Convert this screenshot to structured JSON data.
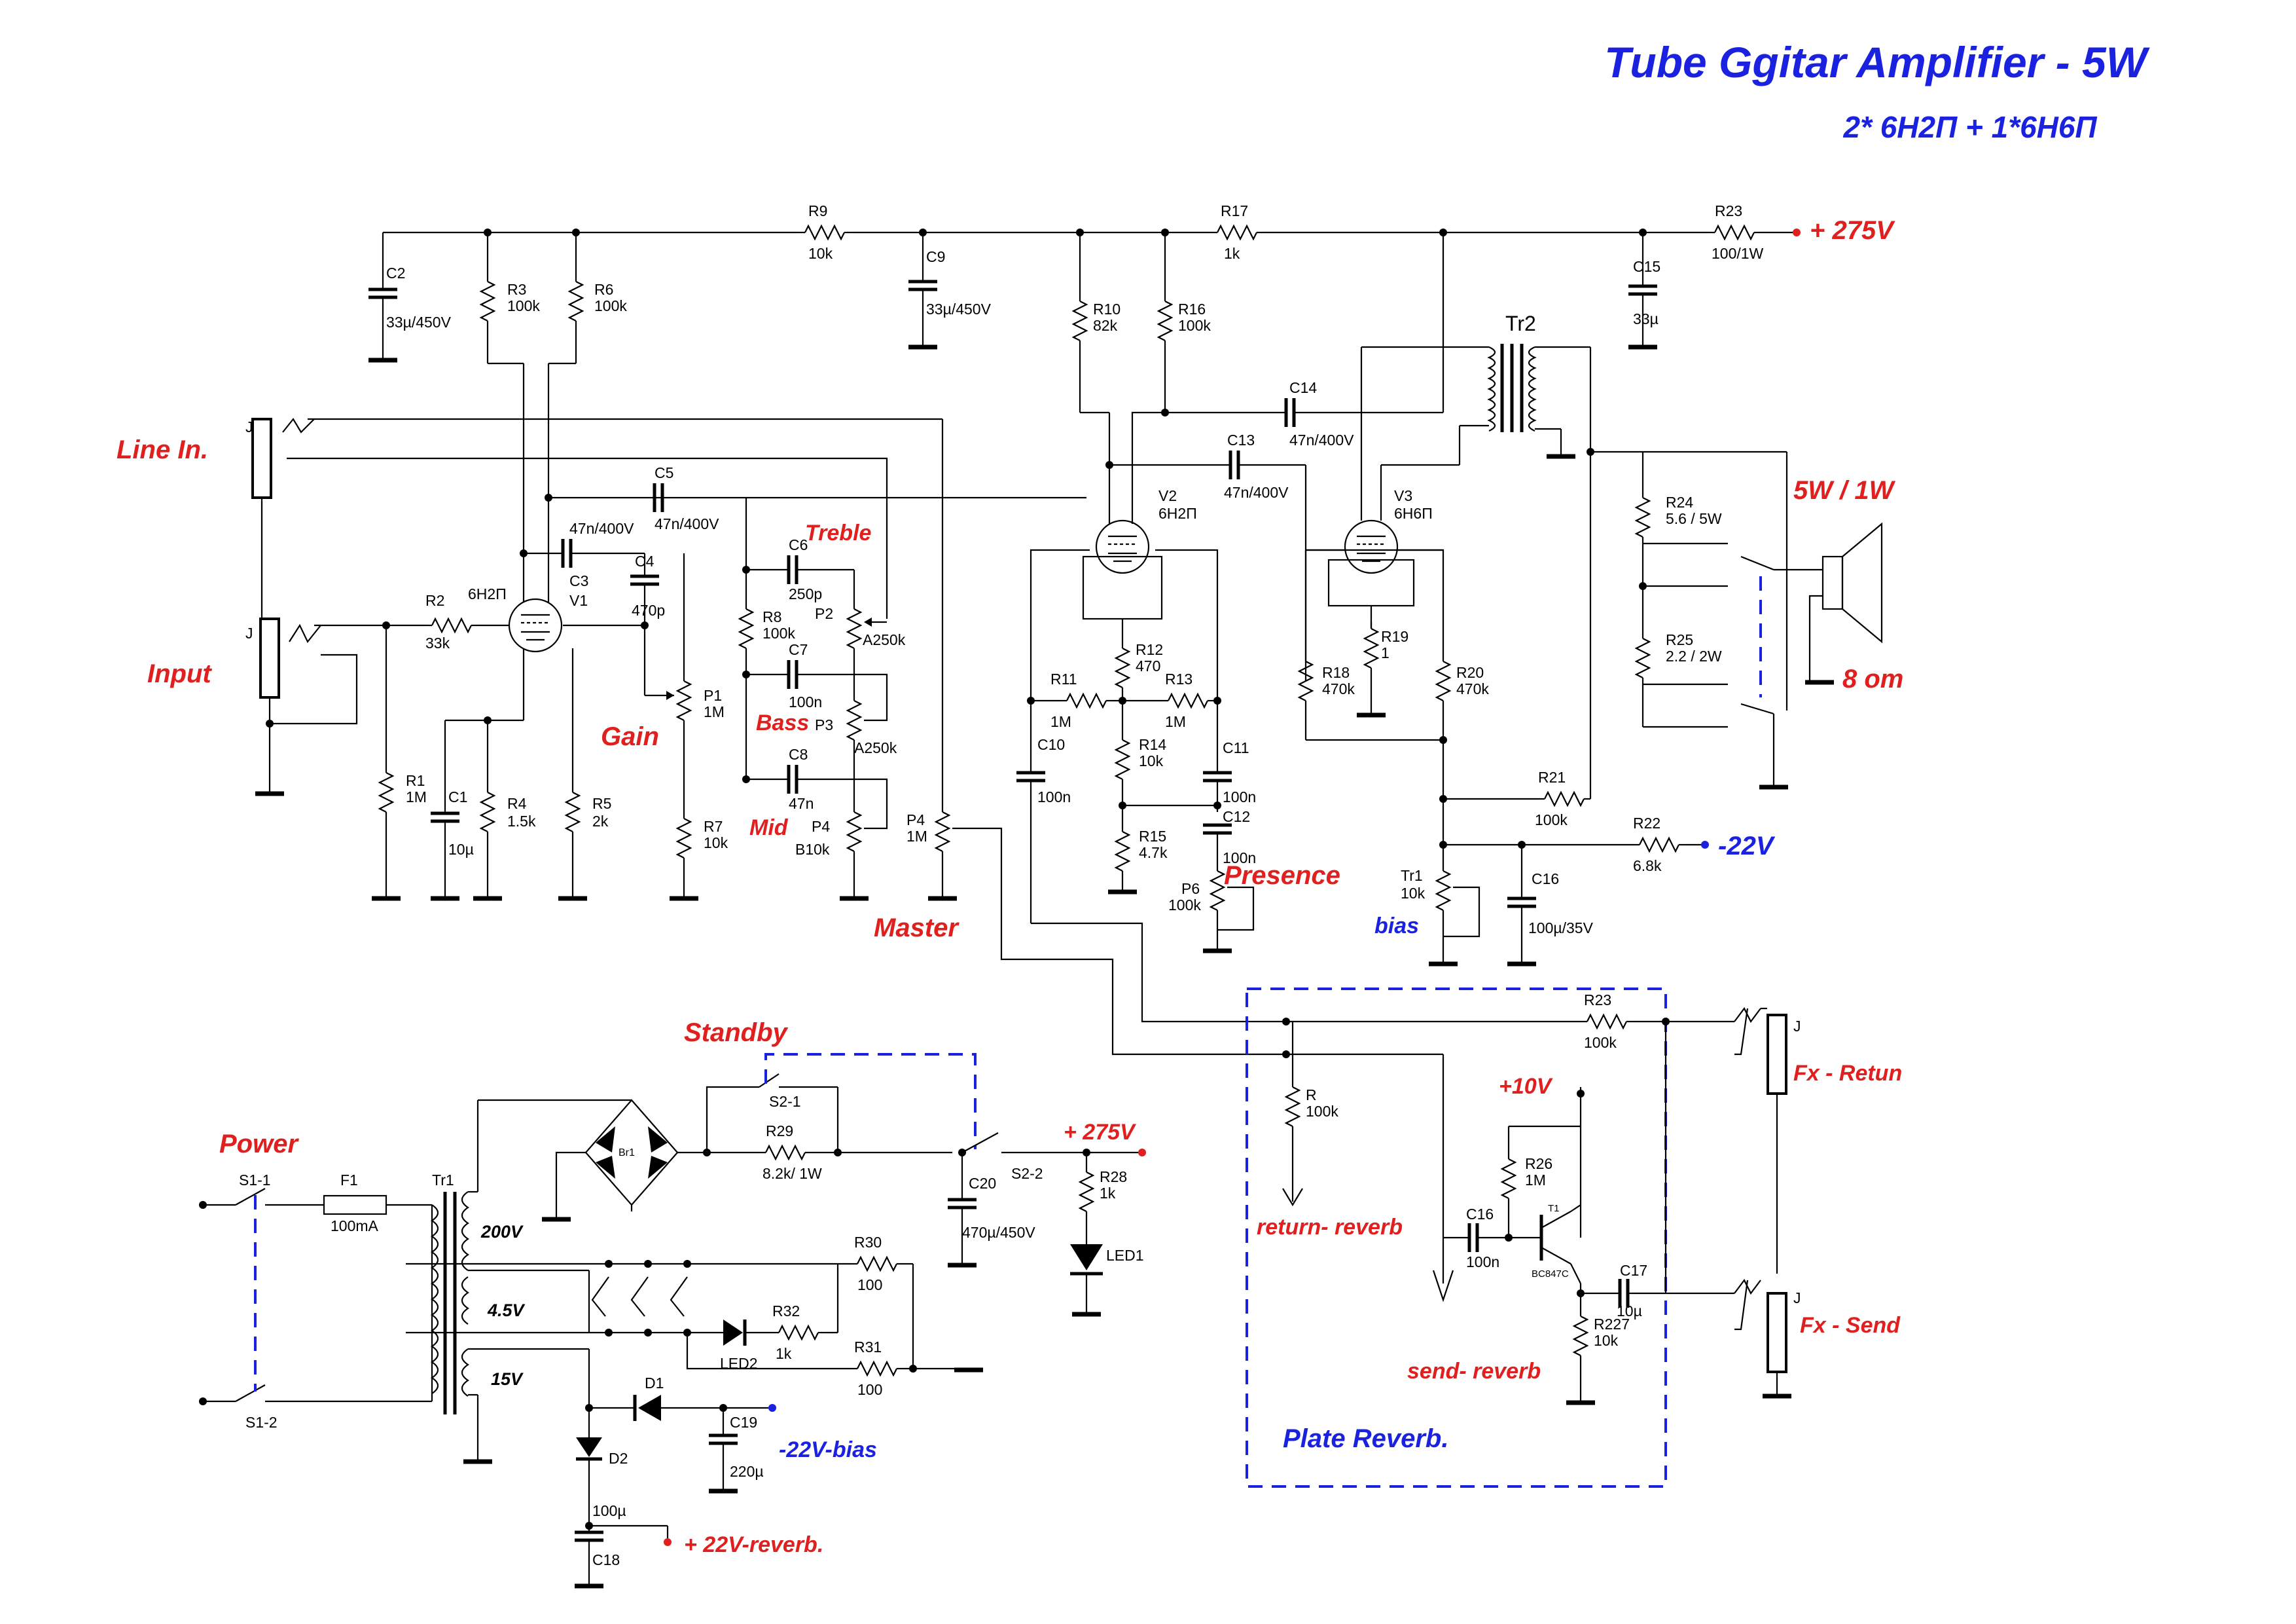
{
  "title": "Tube Ggitar Amplifier - 5W",
  "subtitle": "2* 6Н2П + 1*6Н6П",
  "red_labels": {
    "line_in": "Line In.",
    "input": "Input",
    "gain": "Gain",
    "treble": "Treble",
    "bass": "Bass",
    "mid": "Mid",
    "master": "Master",
    "presence": "Presence",
    "plus275_top": "+ 275V",
    "power_out": "5W / 1W",
    "speaker": "8 om",
    "standby": "Standby",
    "power": "Power",
    "plus275_psu": "+ 275V",
    "plus10": "+10V",
    "return_reverb": "return- reverb",
    "send_reverb": "send- reverb",
    "fx_return": "Fx - Retun",
    "fx_send": "Fx - Send",
    "plus22": "+ 22V-reverb."
  },
  "blue_labels": {
    "minus22": "-22V",
    "bias": "bias",
    "plate_reverb": "Plate Reverb.",
    "minus22_bias": "-22V-bias"
  },
  "components": {
    "R1": [
      "R1",
      "1M"
    ],
    "R2": [
      "R2",
      "33k"
    ],
    "R3": [
      "R3",
      "100k"
    ],
    "R4": [
      "R4",
      "1.5k"
    ],
    "R5": [
      "R5",
      "2k"
    ],
    "R6": [
      "R6",
      "100k"
    ],
    "R7": [
      "R7",
      "10k"
    ],
    "R8": [
      "R8",
      "100k"
    ],
    "R9": [
      "R9",
      "10k"
    ],
    "R10": [
      "R10",
      "82k"
    ],
    "R11": [
      "R11",
      "1M"
    ],
    "R12": [
      "R12",
      "470"
    ],
    "R13": [
      "R13",
      "1M"
    ],
    "R14": [
      "R14",
      "10k"
    ],
    "R15": [
      "R15",
      "4.7k"
    ],
    "R16": [
      "R16",
      "100k"
    ],
    "R17": [
      "R17",
      "1k"
    ],
    "R18": [
      "R18",
      "470k"
    ],
    "R19": [
      "R19",
      "1"
    ],
    "R20": [
      "R20",
      "470k"
    ],
    "R21": [
      "R21",
      "100k"
    ],
    "R22": [
      "R22",
      "6.8k"
    ],
    "R23": [
      "R23",
      "100/1W"
    ],
    "R23b": [
      "R23",
      "100k"
    ],
    "R24": [
      "R24",
      "5.6 / 5W"
    ],
    "R25": [
      "R25",
      "2.2 / 2W"
    ],
    "R26": [
      "R26",
      "1M"
    ],
    "R227": [
      "R227",
      "10k"
    ],
    "R28": [
      "R28",
      "1k"
    ],
    "R29": [
      "R29",
      "8.2k/ 1W"
    ],
    "R30": [
      "R30",
      "100"
    ],
    "R31": [
      "R31",
      "100"
    ],
    "R32": [
      "R32",
      "1k"
    ],
    "Rr": [
      "R",
      "100k"
    ],
    "C1": [
      "C1",
      "10µ"
    ],
    "C2": [
      "C2",
      "33µ/450V"
    ],
    "C3": [
      "C3",
      "47n/400V"
    ],
    "C4": [
      "C4",
      "470p"
    ],
    "C5": [
      "C5",
      "47n/400V"
    ],
    "C6": [
      "C6",
      "250p"
    ],
    "C7": [
      "C7",
      "100n"
    ],
    "C8": [
      "C8",
      "47n"
    ],
    "C9": [
      "C9",
      "33µ/450V"
    ],
    "C10": [
      "C10",
      "100n"
    ],
    "C11": [
      "C11",
      "100n"
    ],
    "C12": [
      "C12",
      "100n"
    ],
    "C13": [
      "C13",
      "47n/400V"
    ],
    "C14": [
      "C14",
      "47n/400V"
    ],
    "C15": [
      "C15",
      "33µ"
    ],
    "C16": [
      "C16",
      "100µ/35V"
    ],
    "C16b": [
      "C16",
      "100n"
    ],
    "C17": [
      "C17",
      "10µ"
    ],
    "C18": [
      "C18",
      "100µ"
    ],
    "C19": [
      "C19",
      "220µ"
    ],
    "C20": [
      "C20",
      "470µ/450V"
    ],
    "P1": [
      "P1",
      "1M"
    ],
    "P2": [
      "P2",
      "A250k"
    ],
    "P3": [
      "P3",
      "A250k"
    ],
    "P4": [
      "P4",
      "B10k"
    ],
    "P4m": [
      "P4",
      "1M"
    ],
    "P6": [
      "P6",
      "100k"
    ],
    "Tr1b": [
      "Tr1",
      "10k"
    ],
    "V1": [
      "V1",
      "6Н2П"
    ],
    "V2": [
      "V2",
      "6Н2П"
    ],
    "V3": [
      "V3",
      "6Н6П"
    ],
    "Tr1": "Tr1",
    "Tr2": "Tr2",
    "Br1": "Br1",
    "F1": [
      "F1",
      "100mA"
    ],
    "S11": "S1-1",
    "S12": "S1-2",
    "S21": "S2-1",
    "S22": "S2-2",
    "D1": "D1",
    "D2": "D2",
    "LED1": "LED1",
    "LED2": "LED2",
    "T1": [
      "T1",
      "BC847C"
    ],
    "J": "J",
    "V200": "200V",
    "V45": "4.5V",
    "V15": "15V"
  },
  "colors": {
    "red": "#e01f1f",
    "blue": "#1a22e0",
    "wire": "#000000"
  }
}
